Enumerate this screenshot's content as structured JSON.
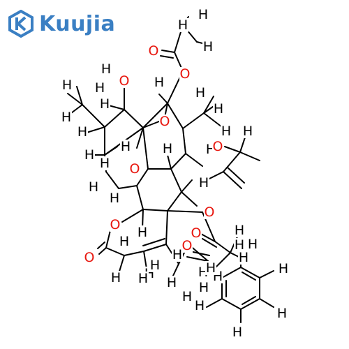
{
  "brand": {
    "name": "Kuujia",
    "logo_color": "#3a7fc3"
  },
  "colors": {
    "bond": "#000000",
    "carbon_h": "#000000",
    "oxygen": "#e8170f"
  },
  "atoms": [
    {
      "label": "H",
      "color": "black"
    },
    {
      "label": "H",
      "color": "black"
    },
    {
      "label": "H",
      "color": "black"
    },
    {
      "label": "O",
      "color": "red"
    },
    {
      "label": "O",
      "color": "red"
    },
    {
      "label": "H",
      "color": "black"
    },
    {
      "label": "O",
      "color": "red"
    },
    {
      "label": "H",
      "color": "black"
    },
    {
      "label": "H",
      "color": "black"
    },
    {
      "label": "H",
      "color": "black"
    },
    {
      "label": "H",
      "color": "black"
    },
    {
      "label": "H",
      "color": "black"
    },
    {
      "label": "H",
      "color": "black"
    },
    {
      "label": "O",
      "color": "red"
    },
    {
      "label": "H",
      "color": "black"
    },
    {
      "label": "H",
      "color": "black"
    },
    {
      "label": "H",
      "color": "black"
    },
    {
      "label": "H",
      "color": "black"
    },
    {
      "label": "H",
      "color": "black"
    },
    {
      "label": "H",
      "color": "black"
    },
    {
      "label": "H",
      "color": "black"
    },
    {
      "label": "H",
      "color": "black"
    },
    {
      "label": "H",
      "color": "black"
    },
    {
      "label": "O",
      "color": "red"
    },
    {
      "label": "H",
      "color": "black"
    },
    {
      "label": "O",
      "color": "red"
    },
    {
      "label": "H",
      "color": "black"
    },
    {
      "label": "H",
      "color": "black"
    },
    {
      "label": "O",
      "color": "red"
    },
    {
      "label": "O",
      "color": "red"
    },
    {
      "label": "H",
      "color": "black"
    },
    {
      "label": "O",
      "color": "red"
    },
    {
      "label": "O",
      "color": "red"
    },
    {
      "label": "O",
      "color": "red"
    },
    {
      "label": "H",
      "color": "black"
    },
    {
      "label": "H",
      "color": "black"
    },
    {
      "label": "H",
      "color": "black"
    },
    {
      "label": "H",
      "color": "black"
    },
    {
      "label": "H",
      "color": "black"
    },
    {
      "label": "O",
      "color": "red"
    },
    {
      "label": "H",
      "color": "black"
    },
    {
      "label": "H",
      "color": "black"
    },
    {
      "label": "H",
      "color": "black"
    },
    {
      "label": "H",
      "color": "black"
    },
    {
      "label": "H",
      "color": "black"
    },
    {
      "label": "H",
      "color": "black"
    },
    {
      "label": "H",
      "color": "black"
    },
    {
      "label": "H",
      "color": "black"
    },
    {
      "label": "H",
      "color": "black"
    },
    {
      "label": "H",
      "color": "black"
    },
    {
      "label": "H",
      "color": "black"
    },
    {
      "label": "H",
      "color": "black"
    },
    {
      "label": "H",
      "color": "black"
    },
    {
      "label": "H",
      "color": "black"
    },
    {
      "label": "H",
      "color": "black"
    }
  ]
}
